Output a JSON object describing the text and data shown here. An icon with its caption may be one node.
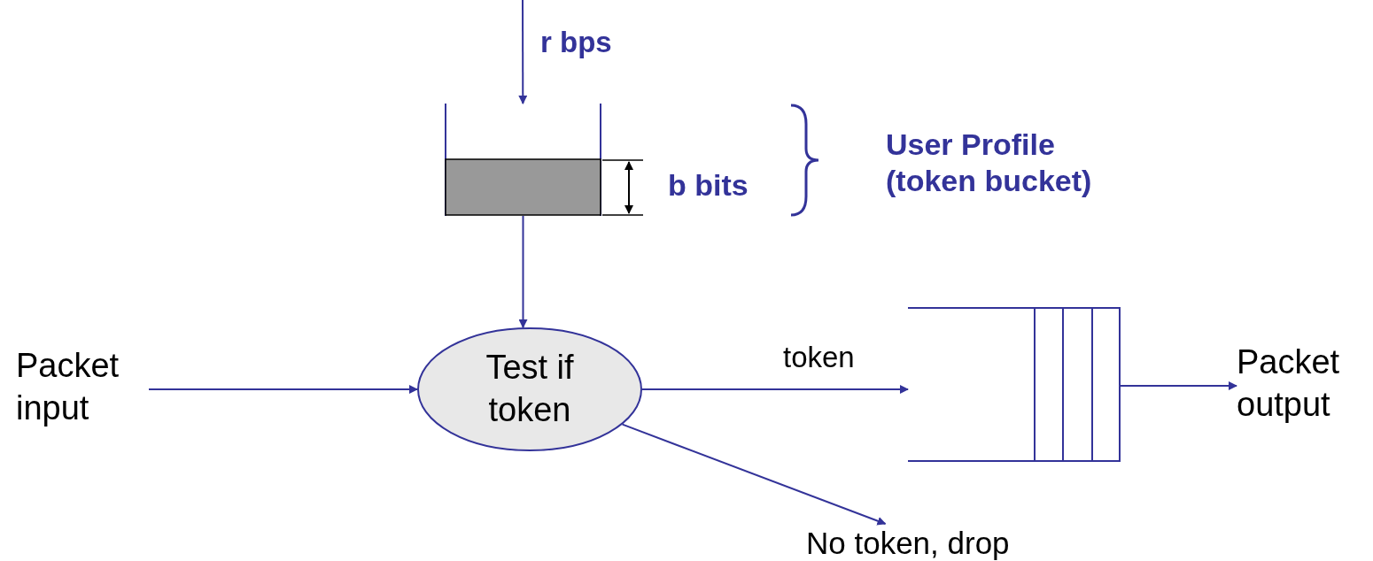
{
  "diagram": {
    "nodes": [
      {
        "text": [],
        "shape": "box"
      },
      {
        "text": [
          "Packet input"
        ]
      },
      {
        "text": [
          "Test if token"
        ]
      },
      {
        "text": [],
        "shape": "box"
      },
      {
        "text": [
          "Packet output"
        ]
      },
      {
        "text": [
          "No token, drop"
        ]
      }
    ],
    "edges": [
      {
        "from": null,
        "to": 0,
        "arrow": "to",
        "label": "r bps"
      },
      {
        "from": 0,
        "to": 2,
        "arrow": "to"
      },
      {
        "from": 1,
        "to": 2,
        "arrow": "to"
      },
      {
        "from": 2,
        "to": 3,
        "arrow": "to",
        "label": "token"
      },
      {
        "from": 3,
        "to": 4,
        "arrow": "to"
      },
      {
        "from": 2,
        "to": 5,
        "arrow": "to"
      }
    ],
    "labels": [
      "b bits",
      "User Profile (token bucket)"
    ]
  }
}
